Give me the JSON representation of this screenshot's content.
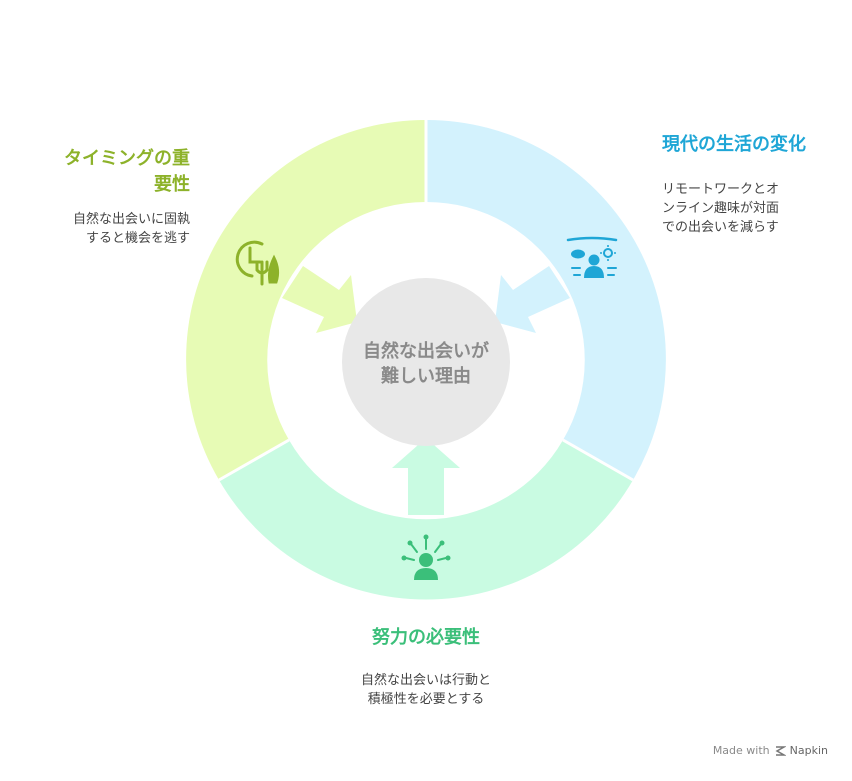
{
  "center": {
    "line1": "自然な出会いが",
    "line2": "難しい理由"
  },
  "segments": [
    {
      "id": "timing",
      "title": "タイミングの重要性",
      "description": "自然な出会いに固執すると機会を逃す",
      "fill": "#E7FBB5",
      "accent": "#8DB22A",
      "icon": "clock-cutlery-icon"
    },
    {
      "id": "modern",
      "title": "現代の生活の変化",
      "description": "リモートワークとオンライン趣味が対面での出会いを減らす",
      "fill": "#D3F2FD",
      "accent": "#1FA6D6",
      "icon": "remote-life-icon"
    },
    {
      "id": "effort",
      "title": "努力の必要性",
      "description": "自然な出会いは行動と積極性を必要とする",
      "fill": "#C9FBE2",
      "accent": "#3BBF7A",
      "icon": "active-person-icon"
    }
  ],
  "labels": {
    "timing": {
      "title_l1": "タイミングの重",
      "title_l2": "要性",
      "desc_l1": "自然な出会いに固執",
      "desc_l2": "すると機会を逃す"
    },
    "modern": {
      "title": "現代の生活の変化",
      "desc_l1": "リモートワークとオ",
      "desc_l2": "ンライン趣味が対面",
      "desc_l3": "での出会いを減らす"
    },
    "effort": {
      "title": "努力の必要性",
      "desc_l1": "自然な出会いは行動と",
      "desc_l2": "積極性を必要とする"
    }
  },
  "footer": {
    "made_with": "Made with",
    "brand": "Napkin"
  },
  "colors": {
    "center_fill": "#E8E8E8",
    "center_text": "#8A8A8A"
  }
}
